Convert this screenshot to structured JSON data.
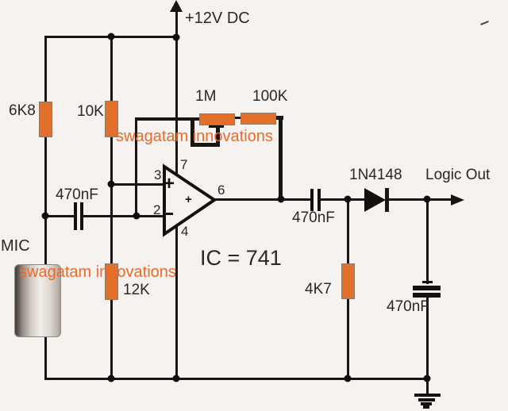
{
  "supply_label": "+12V DC",
  "output_label": "Logic Out",
  "mic_label": "MIC",
  "ic_label": "IC = 741",
  "watermark_text": "swagatam innovations",
  "pins": {
    "noninverting": "3",
    "inverting": "2",
    "vminus": "4",
    "output": "6",
    "vplus": "7"
  },
  "opamp_marks": {
    "noninverting_plus": "+",
    "center_plus": "+"
  },
  "components": {
    "r_6k8": {
      "label": "6K8"
    },
    "r_10k": {
      "label": "10K"
    },
    "r_12k": {
      "label": "12K"
    },
    "r_1m": {
      "label": "1M"
    },
    "r_100k": {
      "label": "100K"
    },
    "r_4k7": {
      "label": "4K7"
    },
    "c_input": {
      "label": "470nF"
    },
    "c_output": {
      "label": "470nF"
    },
    "c_filter": {
      "label": "470nF"
    },
    "d1": {
      "label": "1N4148"
    }
  },
  "colors": {
    "background": "#f5f2ef",
    "wire": "#1b1512",
    "resistor_fill": "#e2702a",
    "watermark": "#ec6a2a",
    "text": "#2b2724"
  }
}
